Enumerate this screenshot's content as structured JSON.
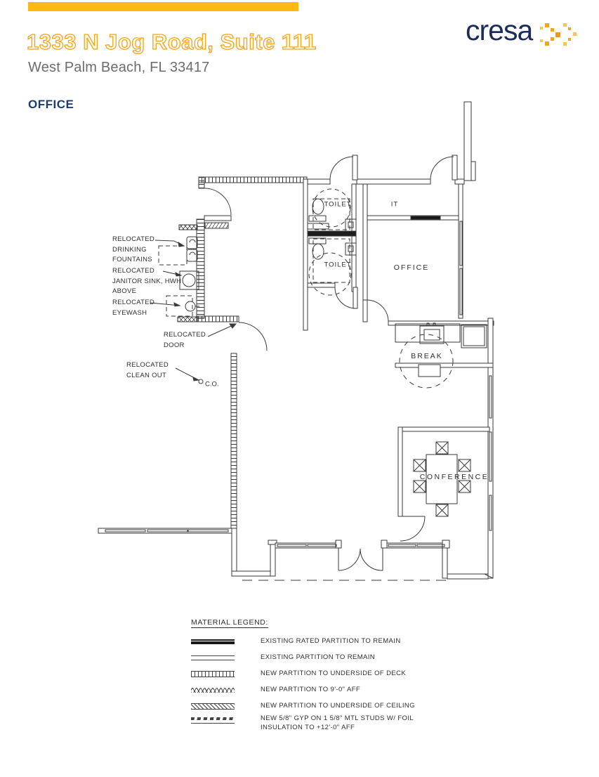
{
  "header": {
    "accent_bar_color": "#FDB813",
    "title": "1333 N Jog Road, Suite 111",
    "subtitle": "West Palm Beach, FL 33417",
    "section_label": "OFFICE",
    "logo": {
      "text": "cresa",
      "navy": "#1B2B5C",
      "dot_color": "#F0A51E"
    }
  },
  "plan": {
    "line_color": "#3A3A3A",
    "rooms": [
      {
        "label": "TOILET"
      },
      {
        "label": "TOILET"
      },
      {
        "label": "IT"
      },
      {
        "label": "OFFICE"
      },
      {
        "label": "BREAK"
      },
      {
        "label": "CONFERENCE"
      }
    ],
    "annotations": [
      {
        "text": "RELOCATED\nDRINKING\nFOUNTAINS"
      },
      {
        "text": "RELOCATED\nJANITOR SINK, HWH\nABOVE"
      },
      {
        "text": "RELOCATED\nEYEWASH"
      },
      {
        "text": "RELOCATED\nDOOR"
      },
      {
        "text": "RELOCATED\nCLEAN OUT"
      },
      {
        "text": "C.O."
      }
    ]
  },
  "legend": {
    "title": "MATERIAL LEGEND:",
    "rows": [
      {
        "swatch": "rated-partition",
        "label": "EXISTING RATED PARTITION TO REMAIN"
      },
      {
        "swatch": "existing-partition",
        "label": "EXISTING PARTITION TO REMAIN"
      },
      {
        "swatch": "new-partition-deck",
        "label": "NEW PARTITION TO UNDERSIDE OF DECK"
      },
      {
        "swatch": "new-partition-9ft",
        "label": "NEW PARTITION TO 9'-0\" AFF"
      },
      {
        "swatch": "new-partition-ceiling",
        "label": "NEW PARTITION TO UNDERSIDE OF CEILING"
      },
      {
        "swatch": "new-gyp-partition",
        "label": "NEW 5/8\" GYP ON 1 5/8\" MTL STUDS W/ FOIL\nINSULATION TO +12'-0\" AFF"
      }
    ]
  }
}
